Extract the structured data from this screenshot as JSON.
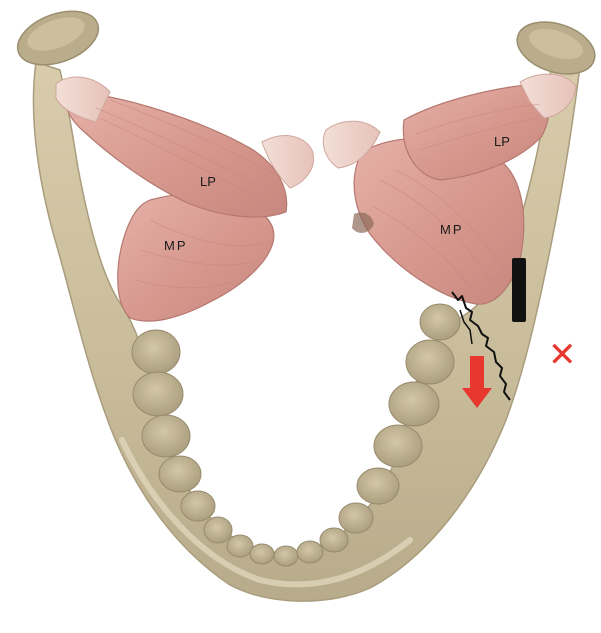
{
  "figure": {
    "labels": {
      "lp_left": "LP",
      "mp_left": "MP",
      "lp_right": "LP",
      "mp_right": "MP"
    },
    "markers": {
      "cross": "✕"
    }
  },
  "colors": {
    "background": "#ffffff",
    "bone": "#c9bd9c",
    "bone_shadow": "#a99d7d",
    "bone_highlight": "#e2d8bc",
    "tooth": "#c2b596",
    "muscle": "#d99b92",
    "muscle_light": "#ecc5bd",
    "muscle_dark": "#b87a72",
    "tendon": "#f0d9d2",
    "arrow": "#e8372f",
    "fracture": "#111111",
    "label_text": "#1a1a1a"
  }
}
